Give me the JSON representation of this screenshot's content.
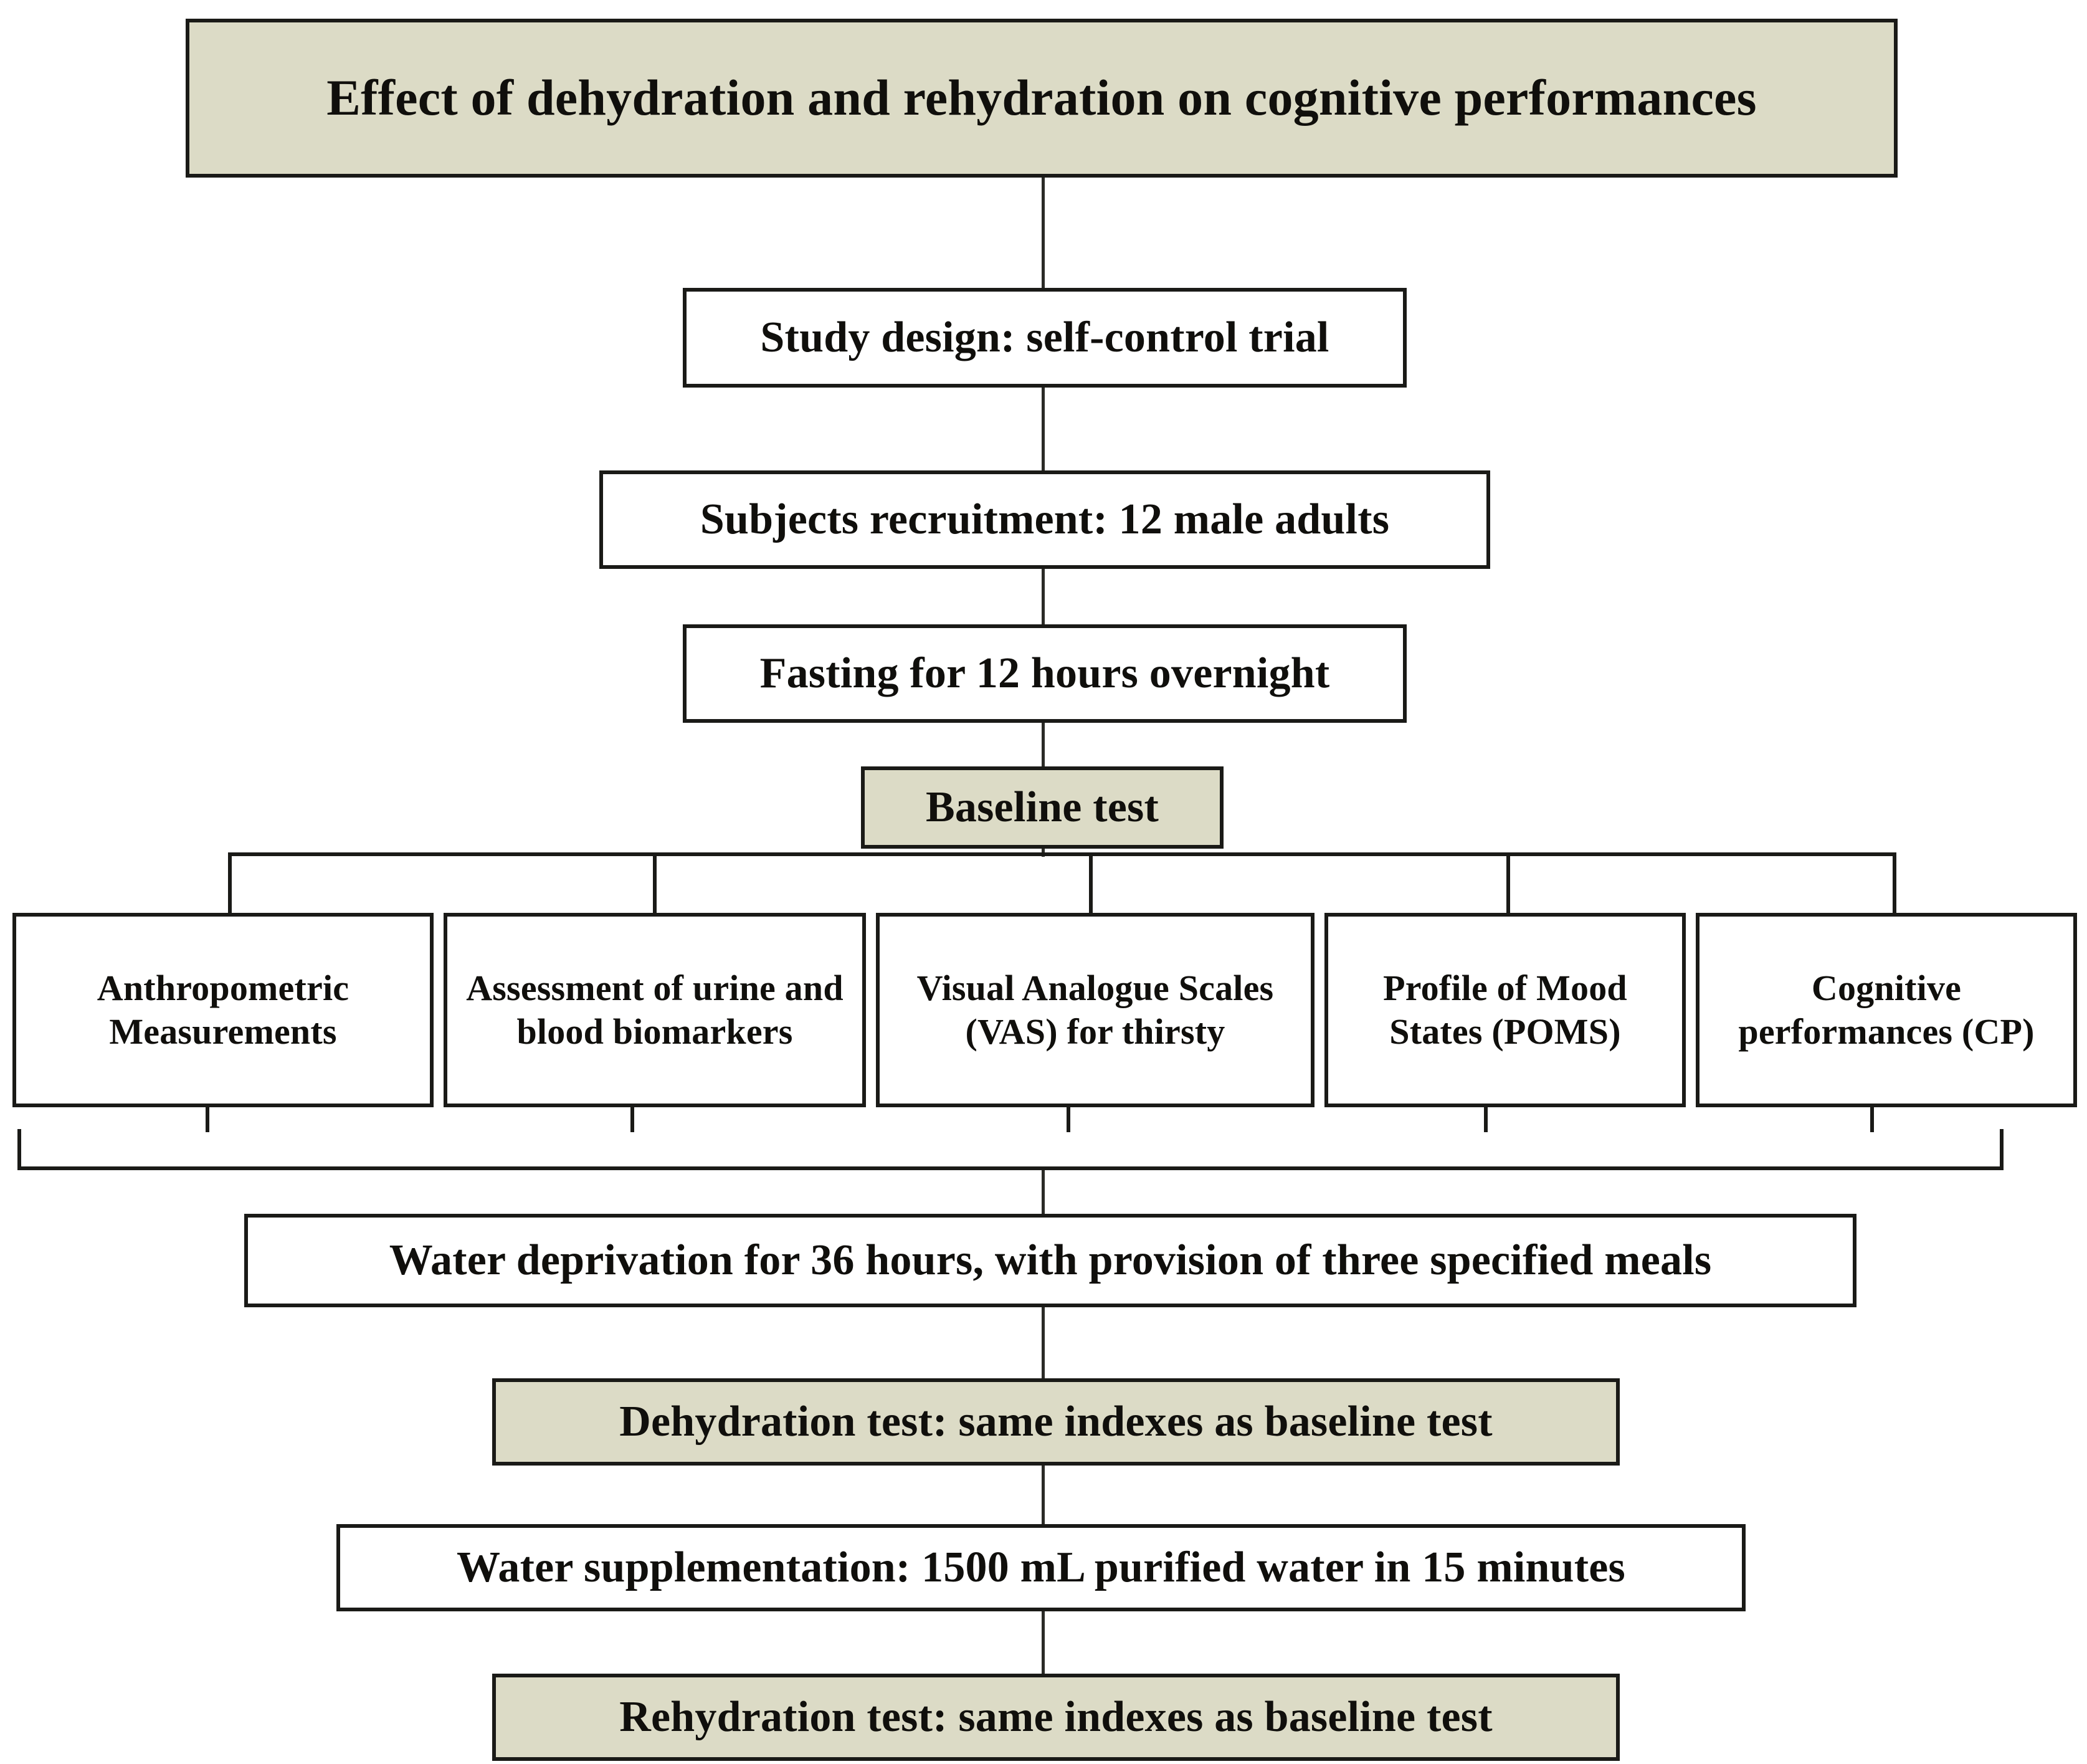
{
  "title": {
    "text": "Effect of dehydration and rehydration on cognitive performances",
    "fill": "#dcdbc6",
    "shaded": true
  },
  "colors": {
    "shaded_fill": "#dcdbc6",
    "plain_fill": "#ffffff",
    "stroke": "#1a1a17",
    "text": "#100f0c"
  },
  "steps": [
    {
      "id": "study-design",
      "text": "Study design: self-control trial",
      "shaded": false
    },
    {
      "id": "recruitment",
      "text": "Subjects recruitment: 12 male adults",
      "shaded": false
    },
    {
      "id": "fasting",
      "text": "Fasting for 12 hours overnight",
      "shaded": false
    },
    {
      "id": "baseline",
      "text": "Baseline test",
      "shaded": true
    },
    {
      "id": "deprivation",
      "text": "Water deprivation for 36 hours, with provision of three specified meals",
      "shaded": false
    },
    {
      "id": "dehydration",
      "text": "Dehydration test: same indexes as baseline test",
      "shaded": true
    },
    {
      "id": "supplementation",
      "text": "Water supplementation: 1500 mL purified water in 15 minutes",
      "shaded": false
    },
    {
      "id": "rehydration",
      "text": "Rehydration test: same indexes as baseline test",
      "shaded": true
    }
  ],
  "branches": [
    {
      "id": "anthropometric",
      "text": "Anthropometric Measurements"
    },
    {
      "id": "biomarkers",
      "text": "Assessment of urine and blood biomarkers"
    },
    {
      "id": "vas",
      "text": "Visual Analogue Scales (VAS) for thirsty"
    },
    {
      "id": "poms",
      "text": "Profile of Mood States (POMS)"
    },
    {
      "id": "cp",
      "text": "Cognitive performances (CP)"
    }
  ]
}
